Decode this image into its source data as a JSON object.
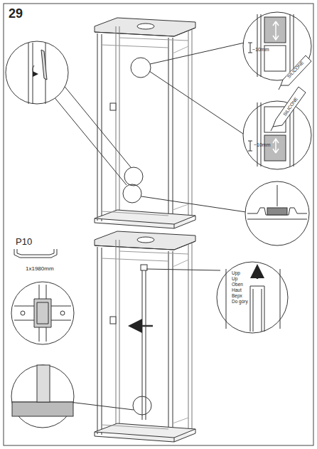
{
  "diagram": {
    "labels": [
      "29",
      "~10mm",
      "SILICONE",
      "SILICONE",
      "~10mm",
      "P10",
      "1x1980mm",
      "Upp",
      "Up",
      "Oben",
      "Haut",
      "Верх",
      "Do góry"
    ]
  }
}
